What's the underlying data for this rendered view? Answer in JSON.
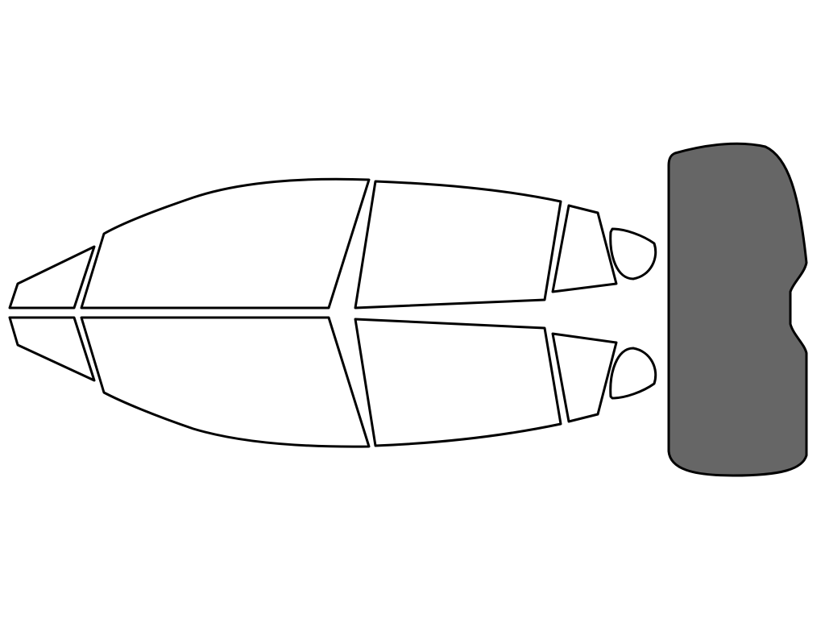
{
  "colors": {
    "background": "#ffffff",
    "outline": "#000000",
    "unselected_fill": "#ffffff",
    "selected_fill": "#666666"
  },
  "panes": [
    {
      "id": "quarter-top",
      "side": "top",
      "selected": false
    },
    {
      "id": "front-door-top",
      "side": "top",
      "selected": false
    },
    {
      "id": "rear-door-top",
      "side": "top",
      "selected": false
    },
    {
      "id": "rear-quarter-top",
      "side": "top",
      "selected": false
    },
    {
      "id": "vent-top",
      "side": "top",
      "selected": false
    },
    {
      "id": "quarter-bottom",
      "side": "bottom",
      "selected": false
    },
    {
      "id": "front-door-bottom",
      "side": "bottom",
      "selected": false
    },
    {
      "id": "rear-door-bottom",
      "side": "bottom",
      "selected": false
    },
    {
      "id": "rear-quarter-bottom",
      "side": "bottom",
      "selected": false
    },
    {
      "id": "vent-bottom",
      "side": "bottom",
      "selected": false
    },
    {
      "id": "rear-windshield",
      "side": "rear",
      "selected": true
    }
  ]
}
